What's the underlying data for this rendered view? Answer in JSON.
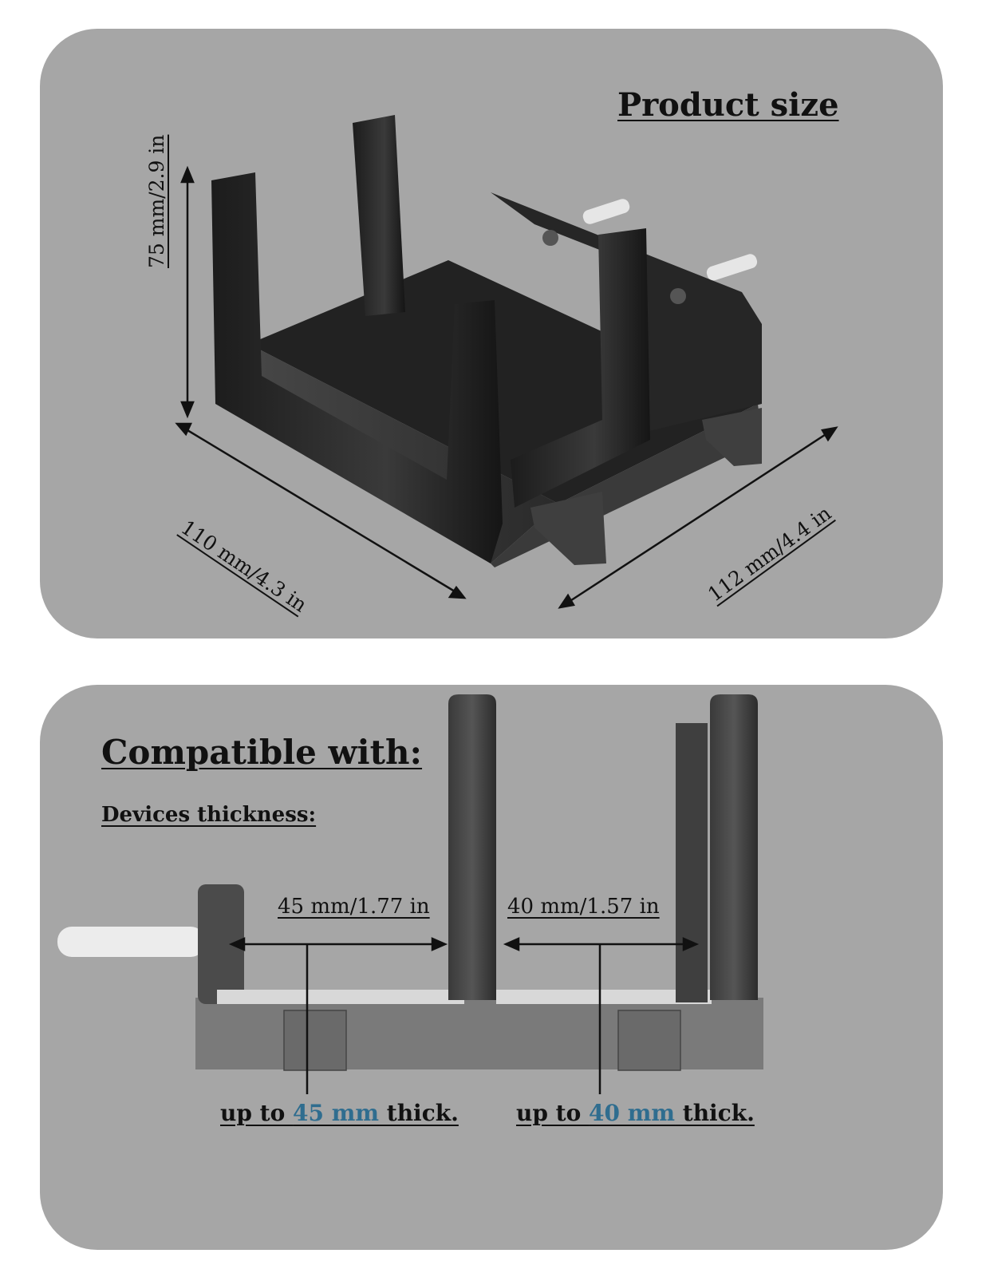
{
  "product_size": {
    "title": "Product size",
    "height_label": "75 mm/2.9 in",
    "depth_label": "110 mm/4.3 in",
    "width_label": "112 mm/4.4 in"
  },
  "compatible": {
    "title": "Compatible with:",
    "subtitle": "Devices thickness:",
    "left_slot_label": "45 mm/1.77 in",
    "right_slot_label": "40 mm/1.57 in",
    "left_caption": {
      "prefix": "up to ",
      "value": "45 mm",
      "suffix": " thick."
    },
    "right_caption": {
      "prefix": "up to ",
      "value": "40 mm",
      "suffix": " thick."
    }
  },
  "colors": {
    "panel_background": "#a6a6a6",
    "product_body": "#2a2a2a",
    "accent_value": "#2f6d8f"
  }
}
